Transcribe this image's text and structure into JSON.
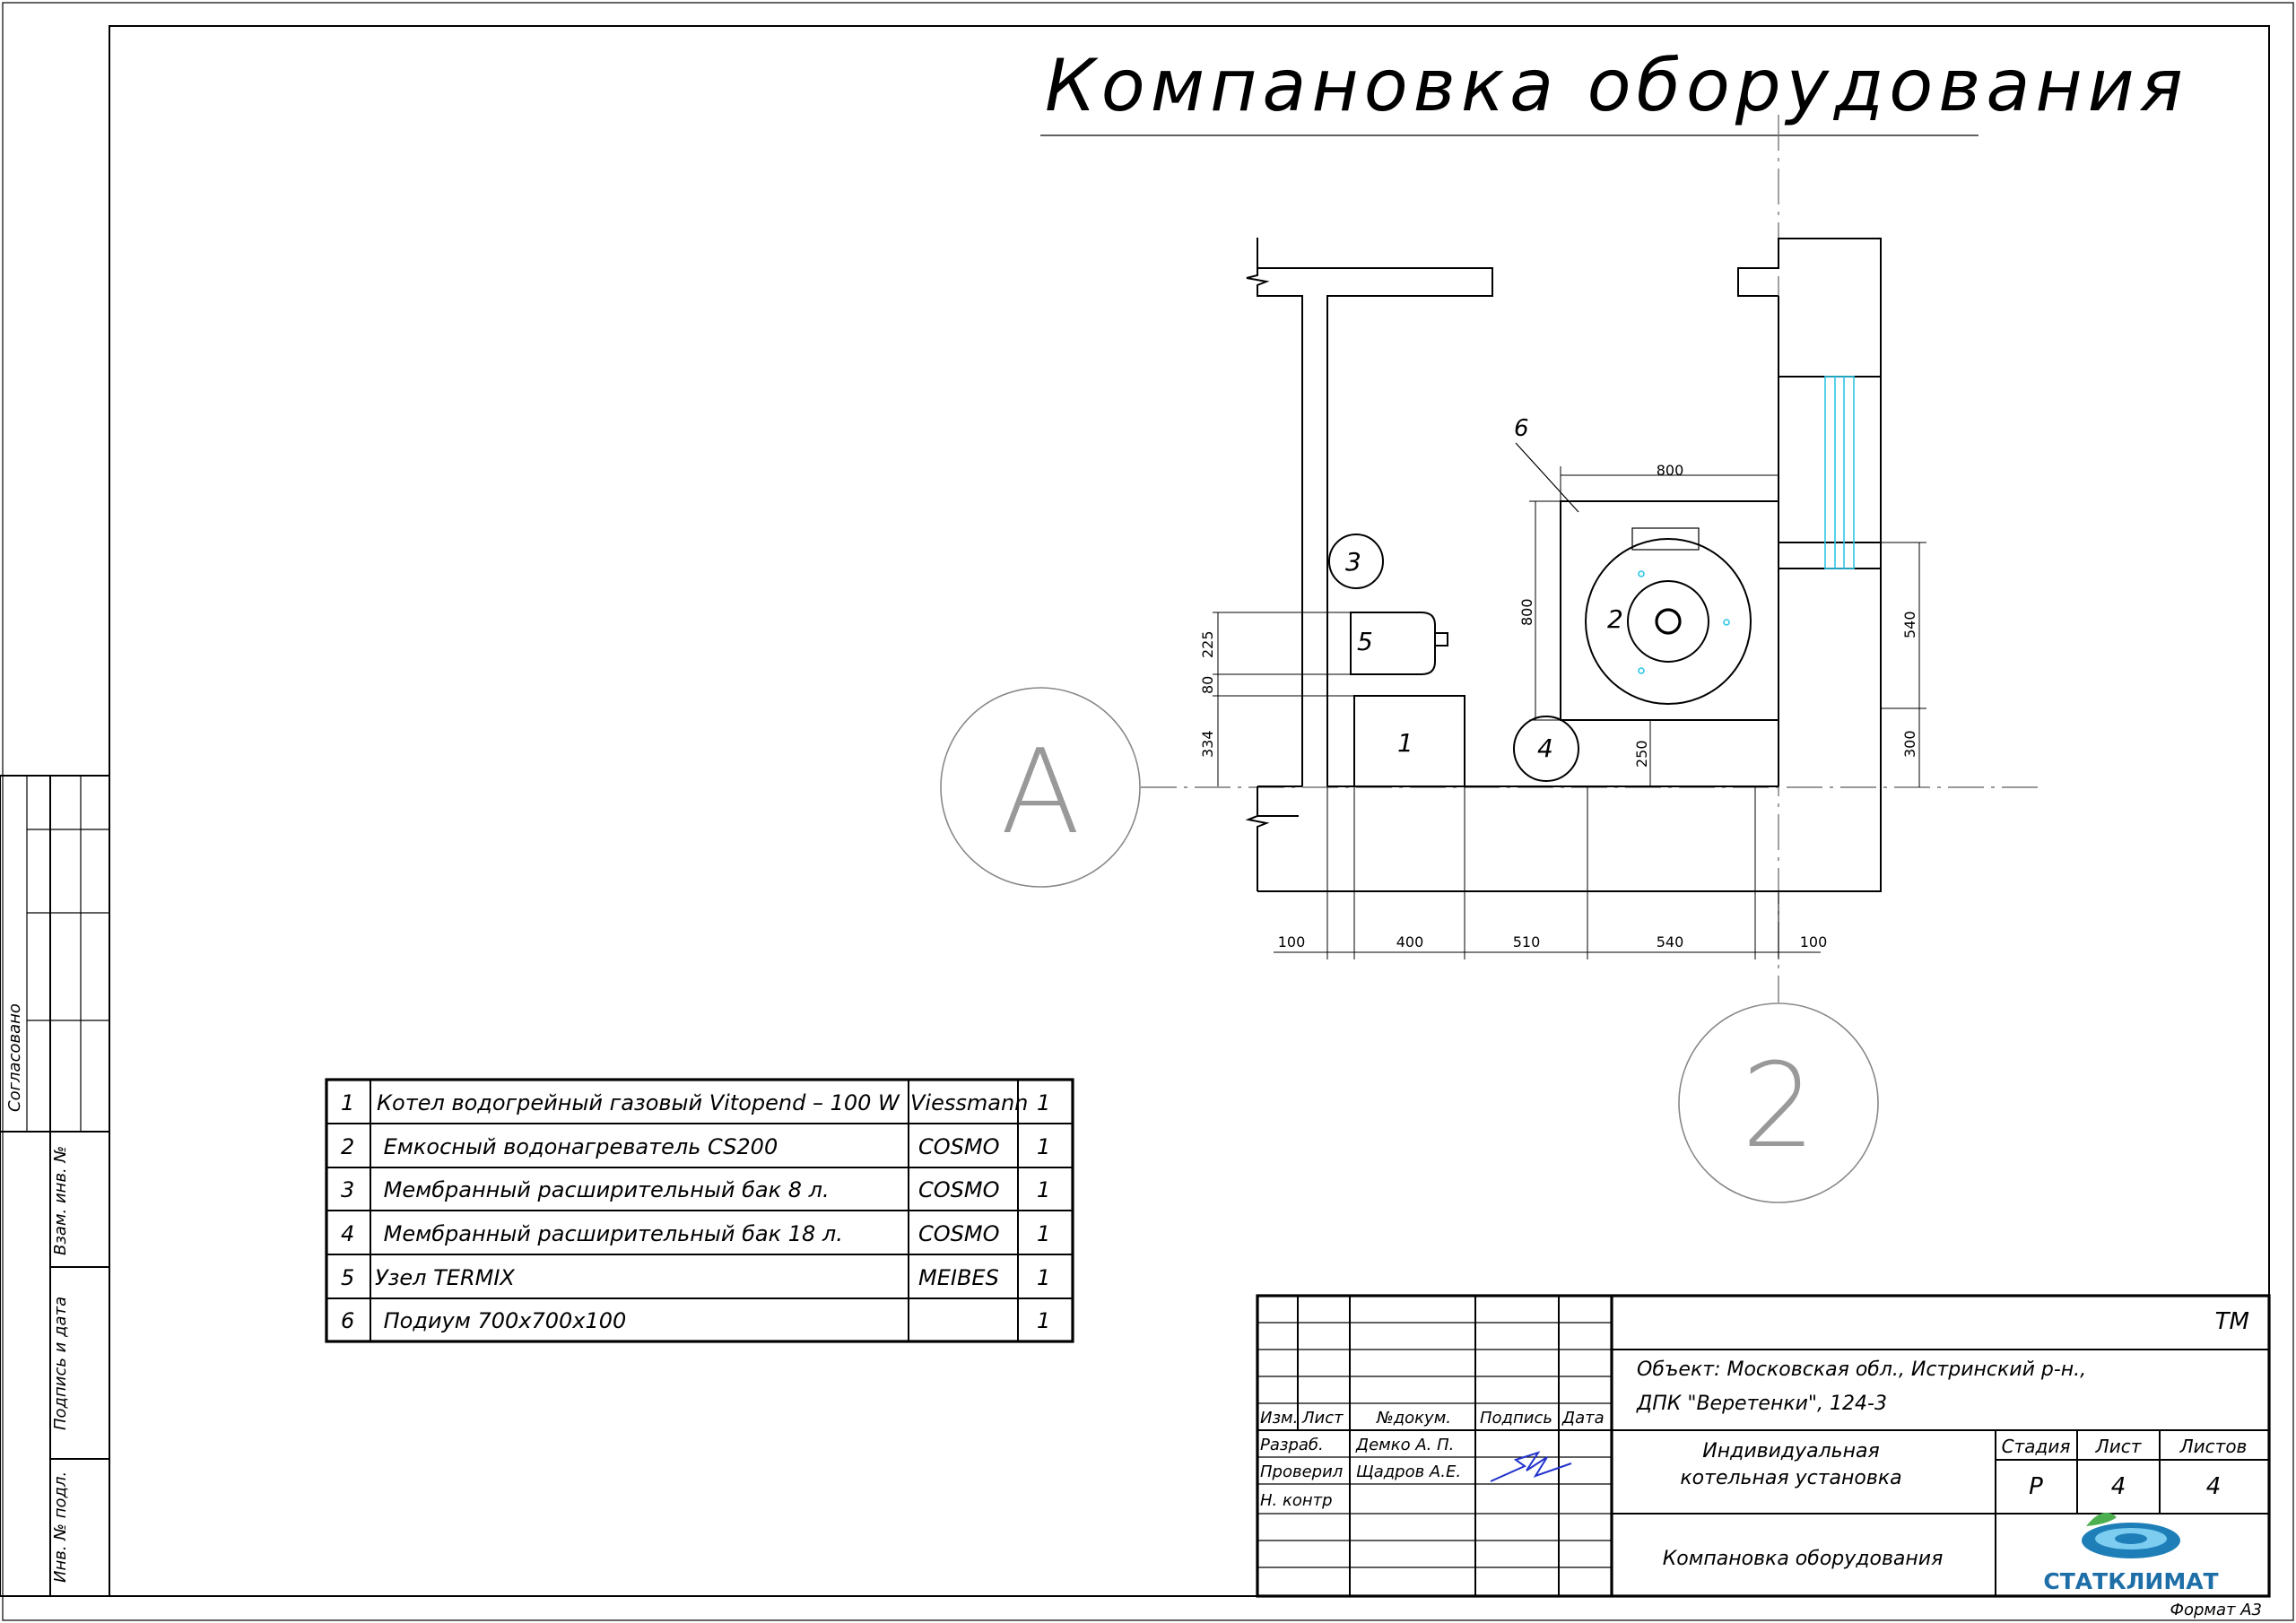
{
  "title": "Компановка оборудования",
  "drawing": {
    "axis_a": "А",
    "axis_2": "2",
    "labels": {
      "l1": "1",
      "l2": "2",
      "l3": "3",
      "l4": "4",
      "l5": "5",
      "l6": "6"
    },
    "dims": {
      "d800_top": "800",
      "d800_side": "800",
      "d540_right": "540",
      "d300_right": "300",
      "d225": "225",
      "d80": "80",
      "d334": "334",
      "d250": "250",
      "b100a": "100",
      "b400": "400",
      "b510": "510",
      "b540": "540",
      "b100b": "100"
    }
  },
  "spec": {
    "rows": [
      {
        "num": "1",
        "name": "Котел водогрейный газовый Vitopend – 100 W",
        "maker": "Viessmann",
        "qty": "1"
      },
      {
        "num": "2",
        "name": " Емкосный водонагреватель CS200",
        "maker": "COSMO",
        "qty": "1"
      },
      {
        "num": "3",
        "name": " Мембранный расширительный бак 8 л.",
        "maker": "COSMO",
        "qty": "1"
      },
      {
        "num": "4",
        "name": " Мембранный расширительный бак 18 л.",
        "maker": "COSMO",
        "qty": "1"
      },
      {
        "num": "5",
        "name": "Узел TERMIX",
        "maker": "MEIBES",
        "qty": "1"
      },
      {
        "num": "6",
        "name": " Подиум 700х700х100",
        "maker": "",
        "qty": "1"
      }
    ]
  },
  "side": {
    "soglasovano": "Согласовано",
    "vzam": "Взам. инв. №",
    "podpis": "Подпись и дата",
    "inv": "Инв. № подл."
  },
  "titleblock": {
    "code": "ТМ",
    "object_line1": "Объект: Московская обл., Истринский р-н.,",
    "object_line2": "ДПК \"Веретенки\", 124-3",
    "h_izm": "Изм.",
    "h_list": "Лист",
    "h_ndoc": "№докум.",
    "h_podpis": "Подпись",
    "h_data": "Дата",
    "r_razrab": "Разраб.",
    "razrab_name": "Демко А. П.",
    "r_prov": "Проверил",
    "prov_name": "Щадров А.Е.",
    "r_nkontr": "Н. контр",
    "name_line1": "Индивидуальная",
    "name_line2": "котельная установка",
    "h_stadiya": "Стадия",
    "h_list2": "Лист",
    "h_listov": "Листов",
    "v_stadiya": "Р",
    "v_list": "4",
    "v_listov": "4",
    "sheet_name": "Компановка оборудования",
    "company": "СТАТКЛИМАТ",
    "format": "Формат А3"
  }
}
